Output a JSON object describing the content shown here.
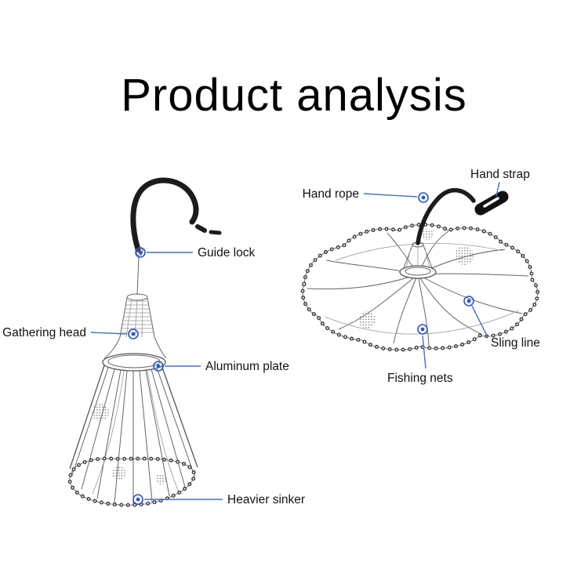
{
  "title": "Product analysis",
  "labels": {
    "guide_lock": "Guide lock",
    "gathering_head": "Gathering head",
    "aluminum_plate": "Aluminum plate",
    "heavier_sinker": "Heavier sinker",
    "hand_rope": "Hand rope",
    "hand_strap": "Hand strap",
    "sling_line": "Sling line",
    "fishing_nets": "Fishing nets"
  },
  "colors": {
    "leader": "#4472c4",
    "marker": "#2b55c8",
    "text": "#111111",
    "rope": "#1c1c1c",
    "line": "#666666"
  }
}
